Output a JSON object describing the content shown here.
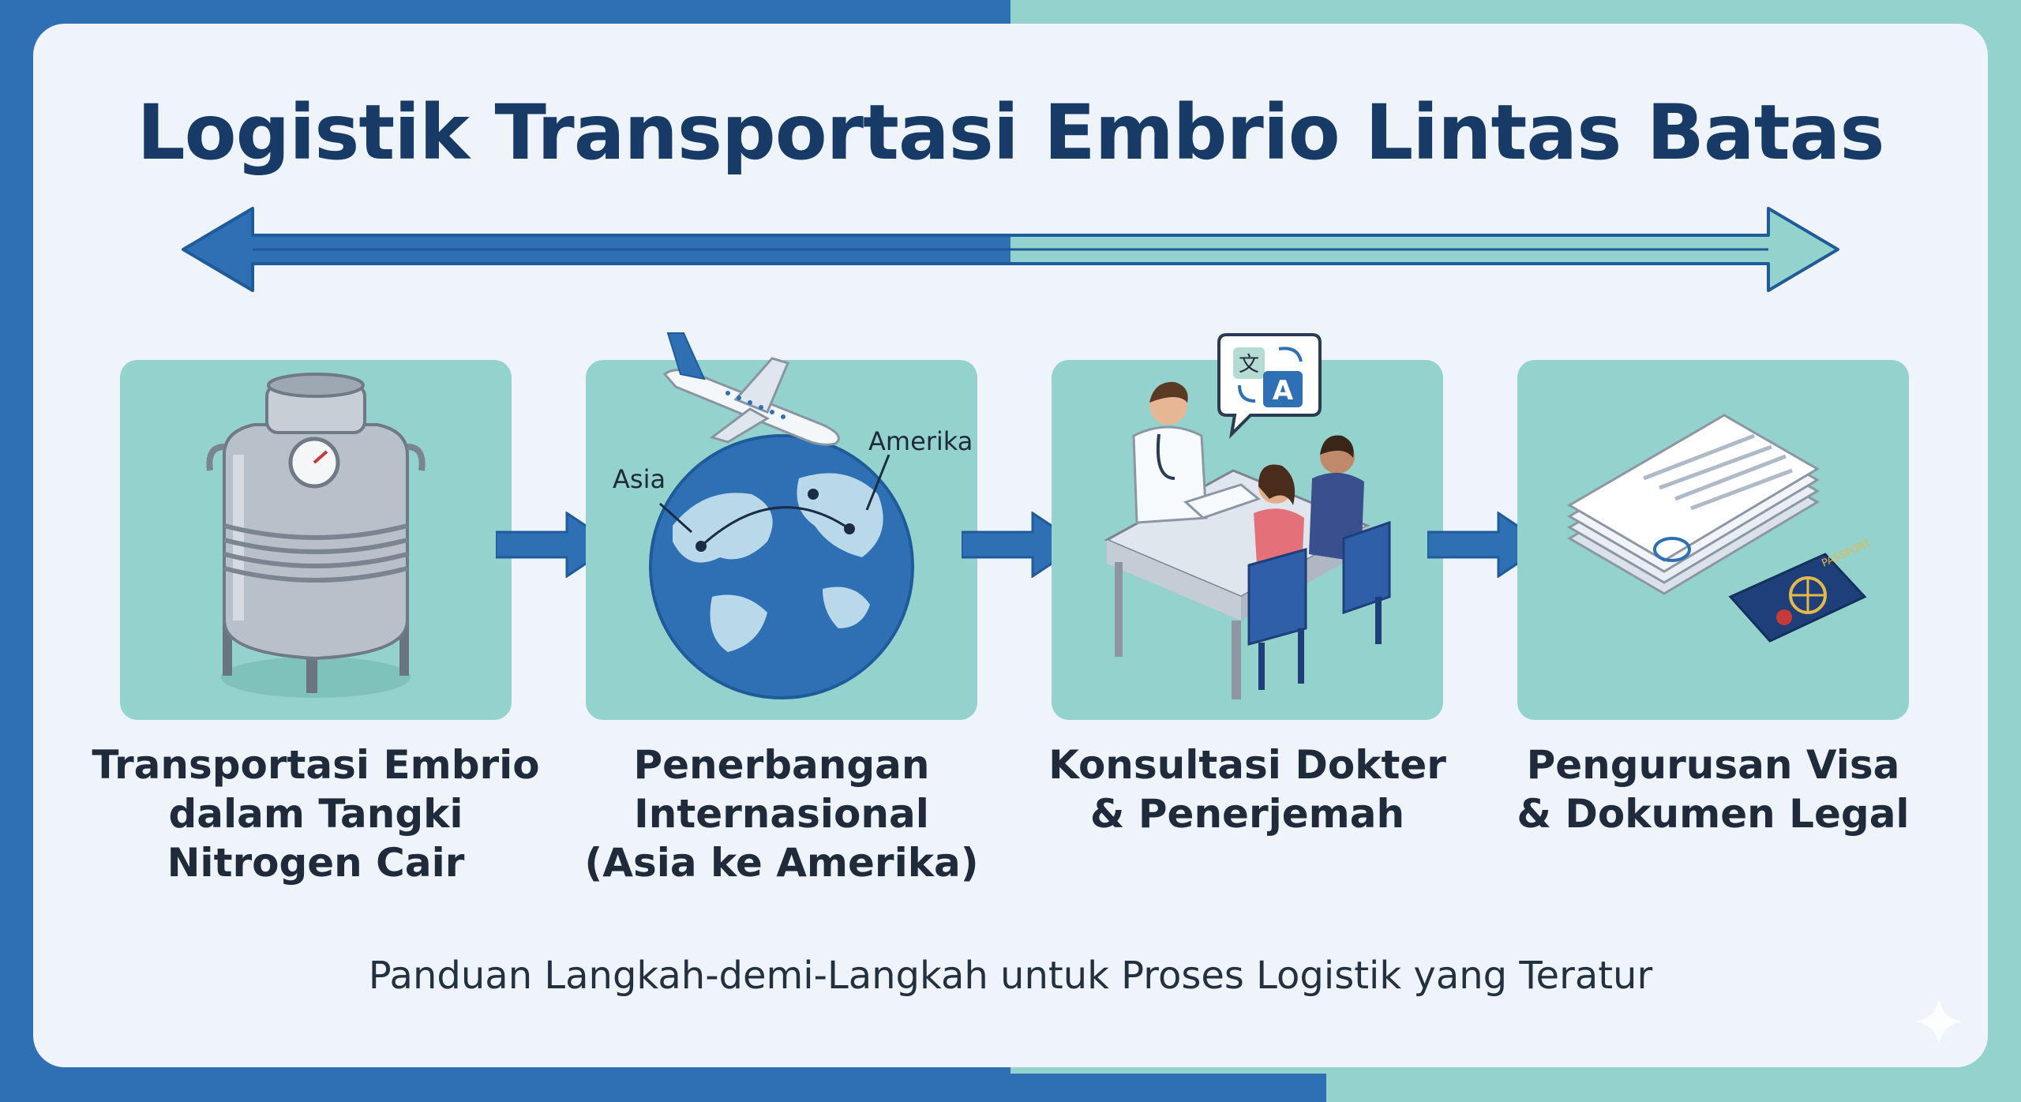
{
  "title": "Logistik Transportasi Embrio Lintas Batas",
  "steps": [
    {
      "id": "tank",
      "lines": [
        "Transportasi Embrio",
        "dalam Tangki",
        "Nitrogen Cair"
      ]
    },
    {
      "id": "flight",
      "lines": [
        "Penerbangan",
        "Internasional",
        "(Asia ke Amerika)"
      ],
      "map_labels": {
        "origin": "Asia",
        "destination": "Amerika"
      }
    },
    {
      "id": "consultation",
      "lines": [
        "Konsultasi Dokter",
        "& Penerjemah"
      ]
    },
    {
      "id": "documents",
      "lines": [
        "Pengurusan Visa",
        "& Dokumen Legal"
      ],
      "passport_text": "PASSPORT"
    }
  ],
  "footer": "Panduan Langkah-demi-Langkah untuk Proses Logistik yang Teratur",
  "colors": {
    "navy": "#173a66",
    "blue": "#2f6fb3",
    "teal": "#94d3cd",
    "panel": "#eef4f9"
  },
  "icons": [
    "liquid-nitrogen-tank-icon",
    "airplane-icon",
    "globe-icon",
    "translate-icon",
    "doctor-consultation-icon",
    "documents-icon",
    "passport-icon",
    "sparkle-icon"
  ]
}
